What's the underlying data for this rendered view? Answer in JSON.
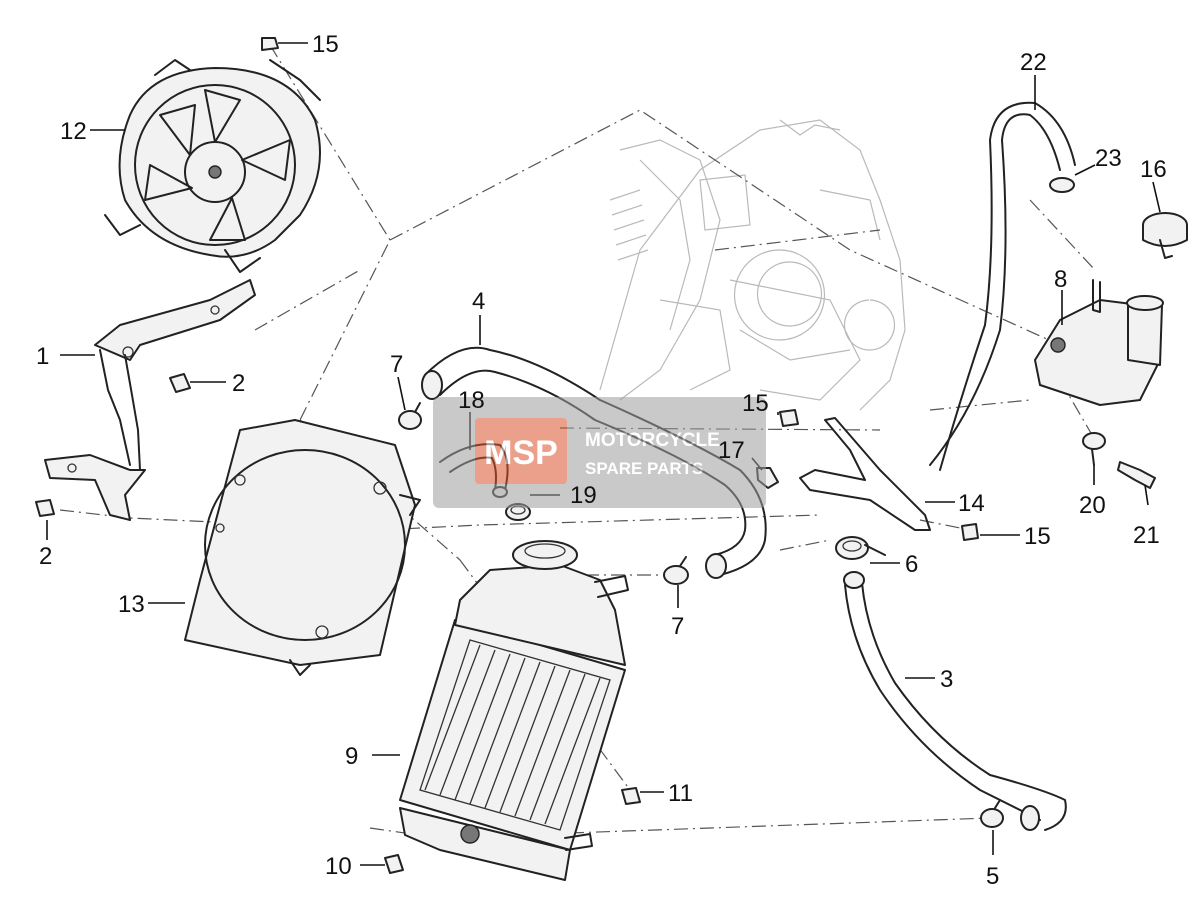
{
  "watermark": {
    "logo_text": "MSP",
    "line1": "MOTORCYCLE",
    "line2": "SPARE PARTS"
  },
  "callouts": [
    {
      "id": "c15a",
      "label": "15"
    },
    {
      "id": "c12",
      "label": "12"
    },
    {
      "id": "c1",
      "label": "1"
    },
    {
      "id": "c2a",
      "label": "2"
    },
    {
      "id": "c2b",
      "label": "2"
    },
    {
      "id": "c13",
      "label": "13"
    },
    {
      "id": "c4",
      "label": "4"
    },
    {
      "id": "c7a",
      "label": "7"
    },
    {
      "id": "c18",
      "label": "18"
    },
    {
      "id": "c19",
      "label": "19"
    },
    {
      "id": "c7b",
      "label": "7"
    },
    {
      "id": "c9",
      "label": "9"
    },
    {
      "id": "c11",
      "label": "11"
    },
    {
      "id": "c10",
      "label": "10"
    },
    {
      "id": "c22",
      "label": "22"
    },
    {
      "id": "c23",
      "label": "23"
    },
    {
      "id": "c16",
      "label": "16"
    },
    {
      "id": "c8",
      "label": "8"
    },
    {
      "id": "c15b",
      "label": "15"
    },
    {
      "id": "c17",
      "label": "17"
    },
    {
      "id": "c14",
      "label": "14"
    },
    {
      "id": "c15c",
      "label": "15"
    },
    {
      "id": "c6",
      "label": "6"
    },
    {
      "id": "c20",
      "label": "20"
    },
    {
      "id": "c21",
      "label": "21"
    },
    {
      "id": "c3",
      "label": "3"
    },
    {
      "id": "c5",
      "label": "5"
    }
  ]
}
